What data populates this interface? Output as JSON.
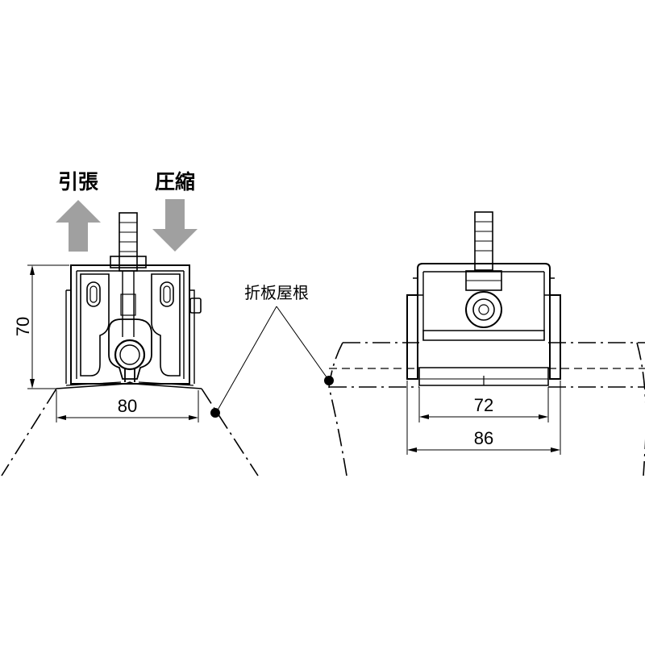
{
  "labels": {
    "tension": "引張",
    "compression": "圧縮",
    "roof": "折板屋根"
  },
  "dimensions": {
    "left_height": "70",
    "left_width": "80",
    "right_inner_width": "72",
    "right_outer_width": "86"
  },
  "colors": {
    "arrow_fill": "#a0a0a0",
    "line": "#000000",
    "background": "#ffffff"
  }
}
